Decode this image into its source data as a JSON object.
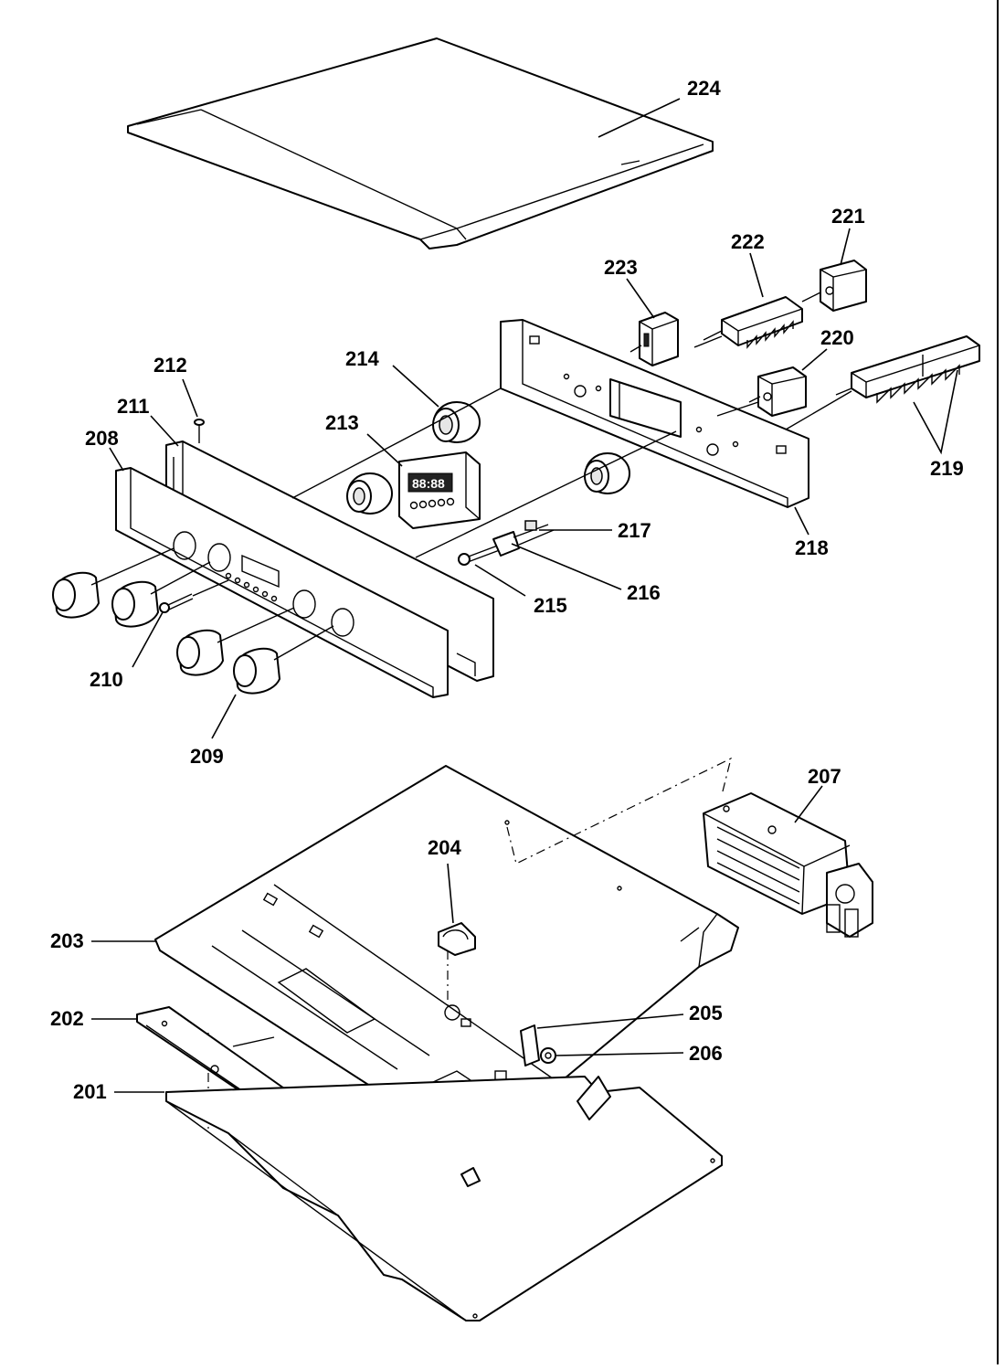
{
  "diagram": {
    "labels": {
      "p201": "201",
      "p202": "202",
      "p203": "203",
      "p204": "204",
      "p205": "205",
      "p206": "206",
      "p207": "207",
      "p208": "208",
      "p209": "209",
      "p210": "210",
      "p211": "211",
      "p212": "212",
      "p213": "213",
      "p214": "214",
      "p215": "215",
      "p216": "216",
      "p217": "217",
      "p218": "218",
      "p219": "219",
      "p220": "220",
      "p221": "221",
      "p222": "222",
      "p223": "223",
      "p224": "224"
    },
    "timer_display": "88:88"
  }
}
